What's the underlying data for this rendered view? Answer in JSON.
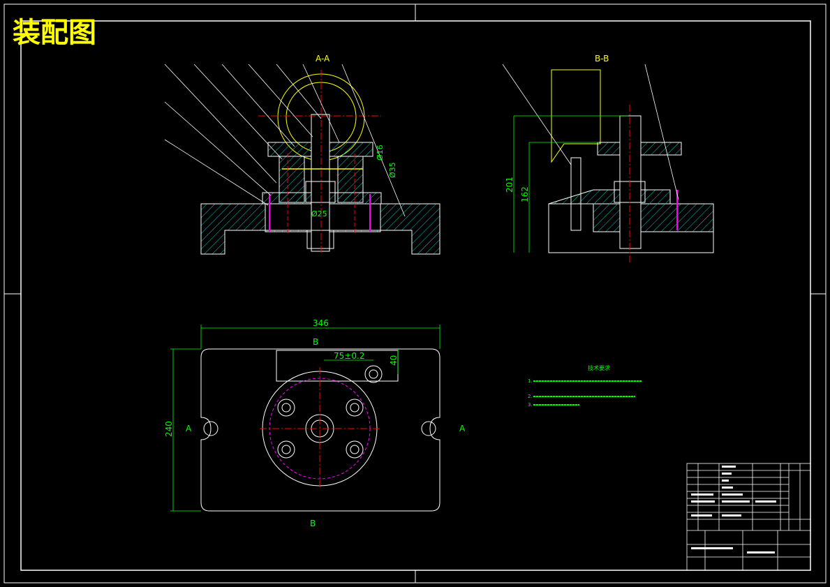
{
  "title": "装配图",
  "views": {
    "section_aa": "A-A",
    "section_bb": "B-B",
    "marker_a_left": "A",
    "marker_a_right": "A",
    "marker_b_top": "B",
    "marker_b_bottom": "B"
  },
  "dimensions": {
    "d_346": "346",
    "d_240": "240",
    "d_75": "75±0.2",
    "d_40": "40",
    "d_201": "201",
    "d_162": "162",
    "d_phi16": "Ø16",
    "d_phi35": "Ø35",
    "d_phi25": "Ø25"
  },
  "tech_req": {
    "heading": "技术要求",
    "lines": [
      "1.",
      "2.",
      "3."
    ]
  },
  "colors": {
    "background": "#000000",
    "frame": "#ffffff",
    "title": "#ffff00",
    "centerline": "#ff0000",
    "dimension": "#00ff00",
    "hatch": "#00c8c8",
    "part_yellow": "#ffff00",
    "magenta": "#ff00ff"
  }
}
